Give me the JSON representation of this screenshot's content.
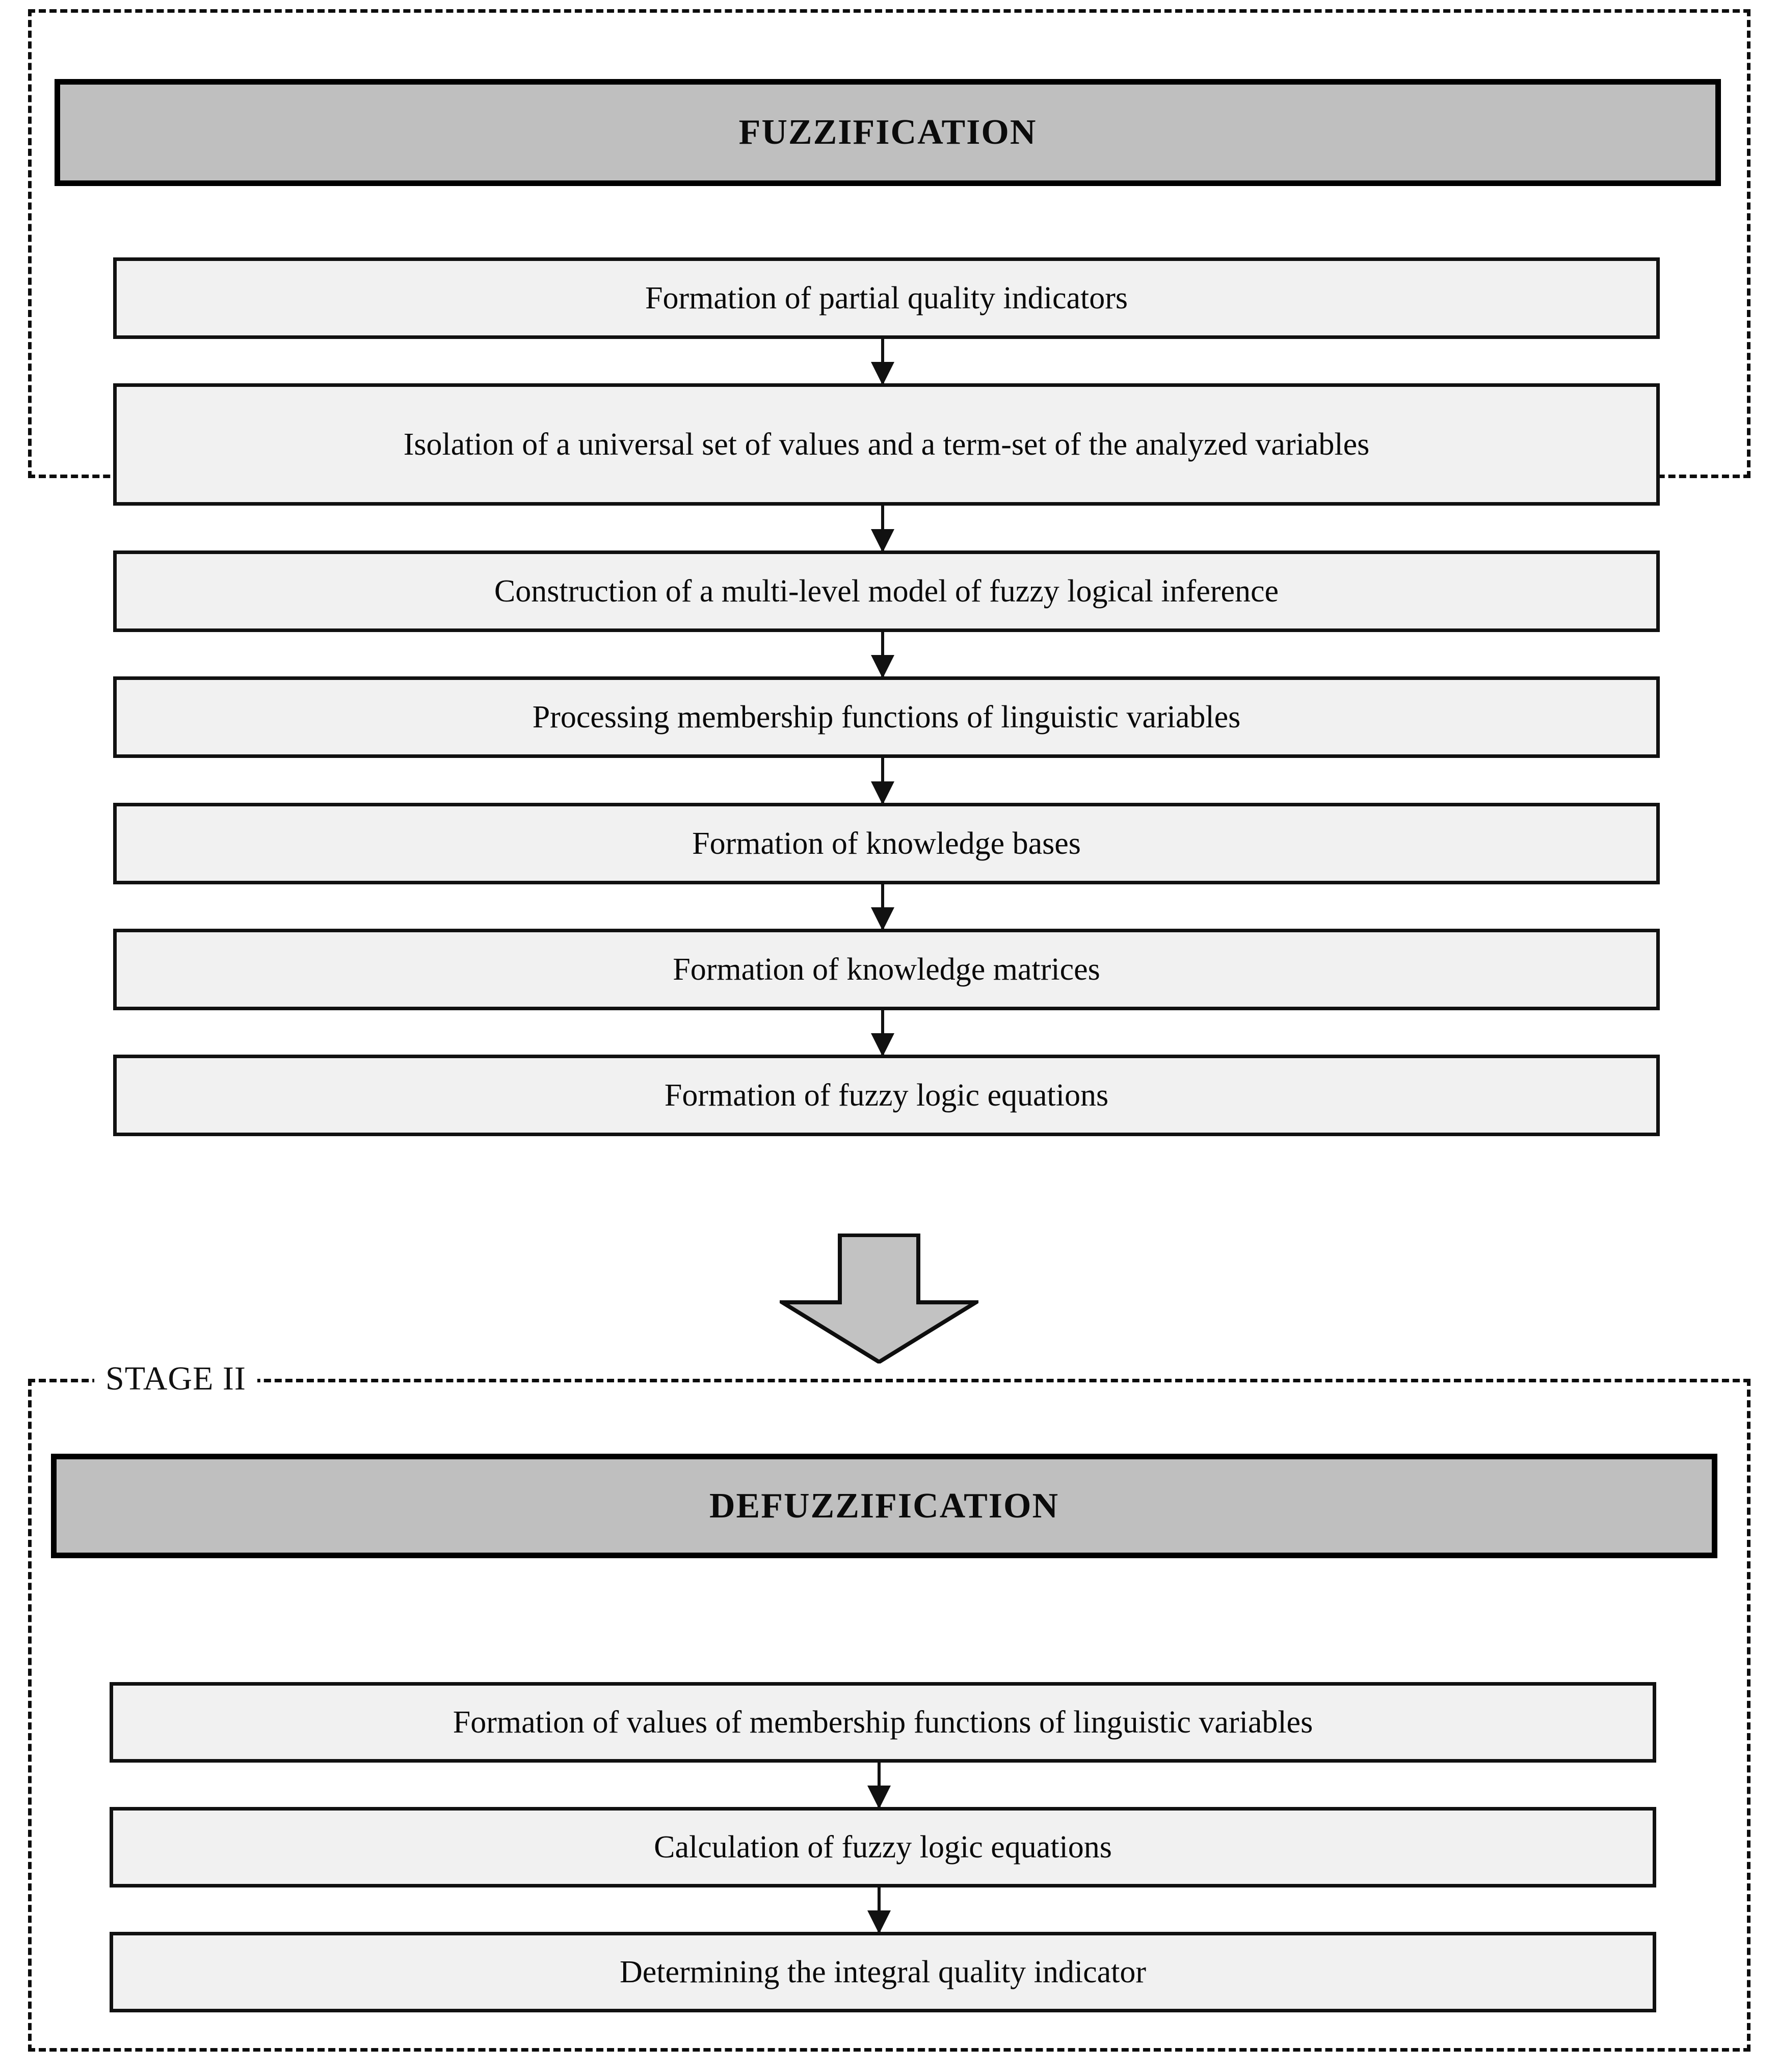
{
  "diagram": {
    "title": "Two-stage fuzzy logic quality assessment flowchart",
    "colors": {
      "banner_fill": "#BFBFBF",
      "step_fill": "#F1F1F1",
      "outline": "#111111",
      "arrow_fill": "#C0C0C0",
      "page_background": "#FFFFFF"
    },
    "stages": [
      {
        "id": "stage-1",
        "label": "",
        "banner": "FUZZIFICATION",
        "steps": [
          "Formation of partial quality indicators",
          "Isolation of a universal set of values and a term-set of the analyzed variables",
          "Construction of a multi-level model of fuzzy logical inference",
          "Processing membership functions of linguistic variables",
          "Formation of knowledge bases",
          "Formation of knowledge matrices",
          "Formation of fuzzy logic equations"
        ]
      },
      {
        "id": "stage-2",
        "label": "STAGE II",
        "banner": "DEFUZZIFICATION",
        "steps": [
          "Formation of values of membership functions of linguistic variables",
          "Calculation of fuzzy logic equations",
          "Determining the integral quality indicator"
        ]
      }
    ],
    "connectors": {
      "stage_transition": "down-block-arrow",
      "step_links": "down-arrow"
    }
  }
}
